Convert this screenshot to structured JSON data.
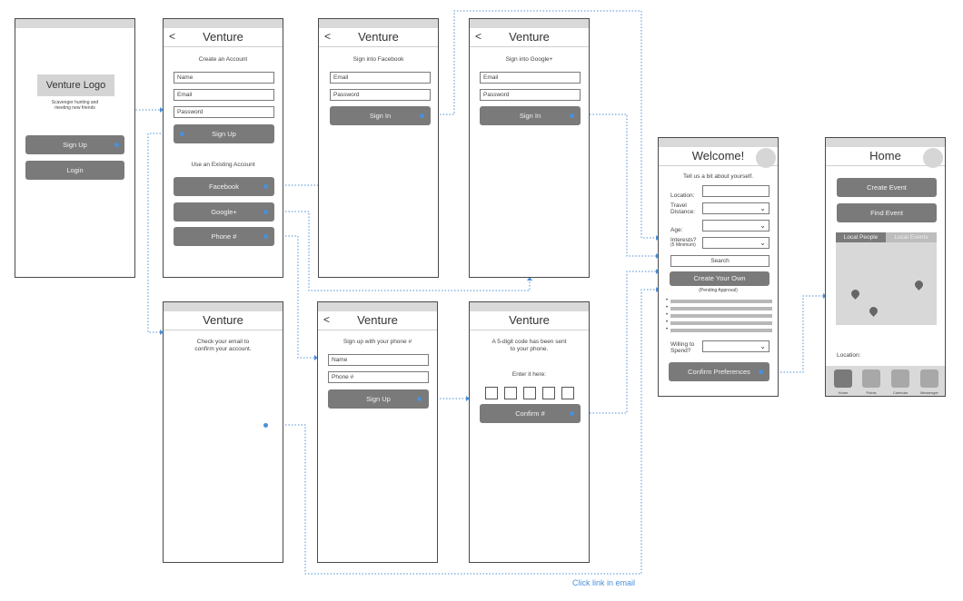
{
  "screens": {
    "landing": {
      "logo": "Venture Logo",
      "tagline_1": "Scavenger hunting and",
      "tagline_2": "meeting new friends",
      "signup": "Sign Up",
      "login": "Login"
    },
    "create": {
      "back": "<",
      "title": "Venture",
      "heading": "Create an Account",
      "name": "Name",
      "email": "Email",
      "password": "Password",
      "signup": "Sign Up",
      "existing": "Use an Existing Account",
      "facebook": "Facebook",
      "google": "Google+",
      "phone": "Phone #"
    },
    "facebook": {
      "back": "<",
      "title": "Venture",
      "heading": "Sign into Facebook",
      "email": "Email",
      "password": "Password",
      "signin": "Sign In"
    },
    "google": {
      "back": "<",
      "title": "Venture",
      "heading": "Sign into Google+",
      "email": "Email",
      "password": "Password",
      "signin": "Sign In"
    },
    "check_email": {
      "title": "Venture",
      "line_1": "Check your email to",
      "line_2": "confirm your account."
    },
    "phone": {
      "back": "<",
      "title": "Venture",
      "heading": "Sign up with your phone #",
      "name": "Name",
      "phone": "Phone #",
      "signup": "Sign Up"
    },
    "code": {
      "title": "Venture",
      "line_1": "A 5-digit code has been sent",
      "line_2": "to your phone.",
      "enter": "Enter it here:",
      "confirm": "Confirm #"
    },
    "welcome": {
      "title": "Welcome!",
      "subtitle": "Tell us a bit about yourself.",
      "location": "Location:",
      "travel_1": "Travel",
      "travel_2": "Distance:",
      "age": "Age:",
      "interests_1": "Interests?",
      "interests_2": "(5 Minimum)",
      "search": "Search",
      "create_own": "Create Your Own",
      "pending": "(Pending Approval)",
      "spend_1": "Willing to",
      "spend_2": "Spend?",
      "confirm": "Confirm Preferences"
    },
    "home": {
      "title": "Home",
      "create_event": "Create Event",
      "find_event": "Find Event",
      "tab_people": "Local People",
      "tab_events": "Local Events",
      "location": "Location:",
      "nav": [
        "Home",
        "Points",
        "Calendar",
        "Messenger"
      ]
    }
  },
  "annotation": "Click link in email",
  "colors": {
    "link": "#4a90d9",
    "button": "#7a7a7a",
    "statusbar": "#d9d9d9"
  }
}
